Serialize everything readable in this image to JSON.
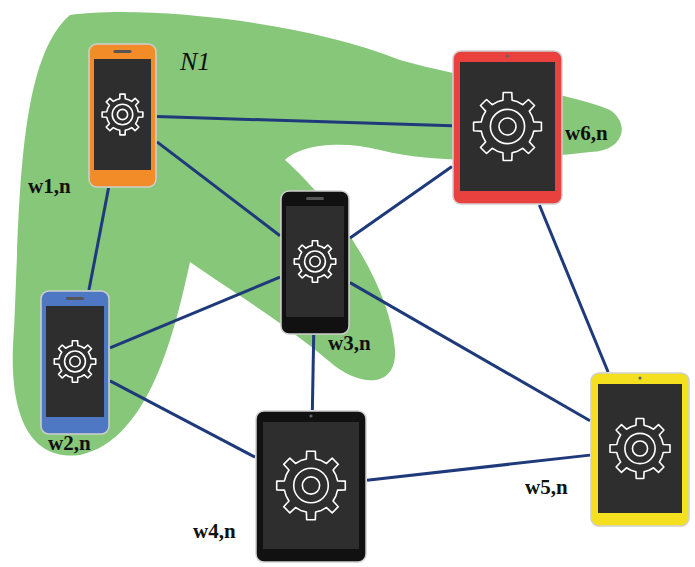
{
  "diagram": {
    "nodes": [
      {
        "text": [
          "w1,n"
        ]
      },
      {
        "text": [
          "w2,n"
        ]
      },
      {
        "text": [
          "w3,n"
        ]
      },
      {
        "text": [
          "w4,n"
        ]
      },
      {
        "text": [
          "w5,n"
        ]
      },
      {
        "text": [
          "w6,n"
        ]
      }
    ],
    "edges": [
      {
        "from": 0,
        "to": 5,
        "arrow": "none"
      },
      {
        "from": 0,
        "to": 2,
        "arrow": "none"
      },
      {
        "from": 0,
        "to": 1,
        "arrow": "none"
      },
      {
        "from": 1,
        "to": 2,
        "arrow": "none"
      },
      {
        "from": 1,
        "to": 3,
        "arrow": "none"
      },
      {
        "from": 2,
        "to": 5,
        "arrow": "none"
      },
      {
        "from": 2,
        "to": 3,
        "arrow": "none"
      },
      {
        "from": 2,
        "to": 4,
        "arrow": "none"
      },
      {
        "from": 5,
        "to": 4,
        "arrow": "none"
      },
      {
        "from": 3,
        "to": 4,
        "arrow": "none"
      }
    ],
    "labels": [
      "N1"
    ]
  }
}
